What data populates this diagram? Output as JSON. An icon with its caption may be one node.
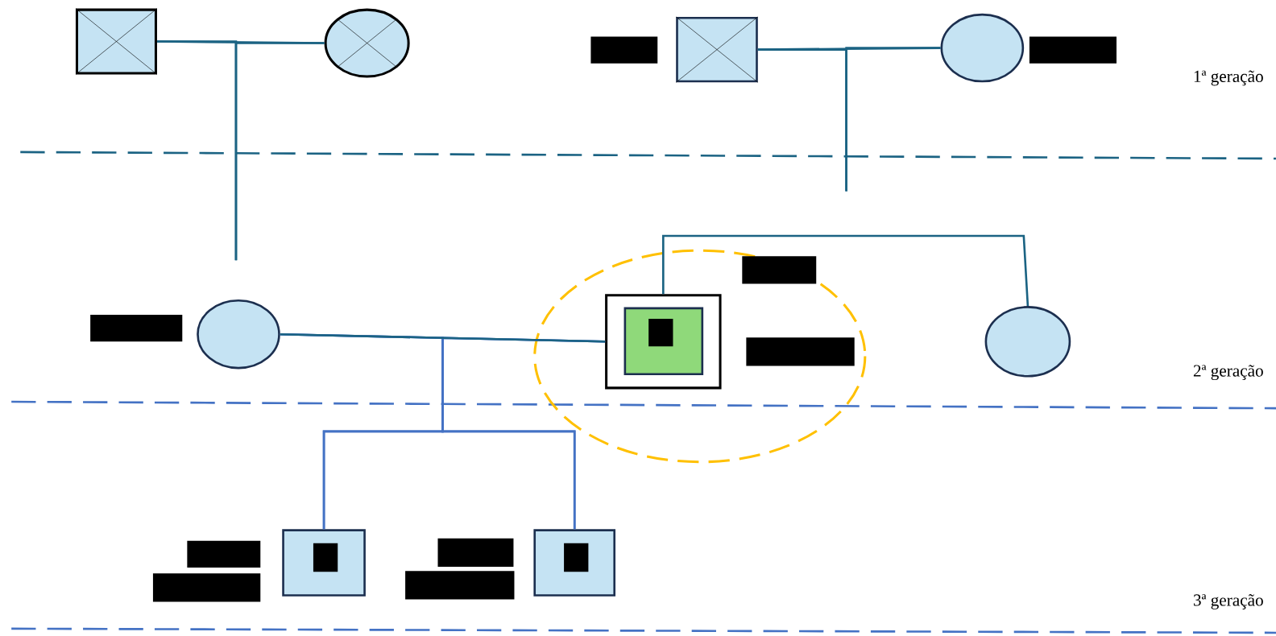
{
  "diagram": {
    "nodes": [
      {
        "text": [],
        "shape": "box"
      },
      {
        "text": [],
        "shape": "circle"
      },
      {
        "text": [],
        "shape": "box"
      },
      {
        "text": [],
        "shape": "circle"
      },
      {
        "text": [],
        "shape": "circle"
      },
      {
        "text": [],
        "shape": "box"
      },
      {
        "text": [],
        "shape": "circle"
      },
      {
        "text": [],
        "shape": "box"
      },
      {
        "text": [],
        "shape": "box"
      }
    ],
    "edges": [
      {
        "from": 0,
        "to": 1,
        "arrow": "none"
      },
      {
        "from": 2,
        "to": 3,
        "arrow": "none"
      },
      {
        "from": 4,
        "to": 5,
        "arrow": "none"
      },
      {
        "from": 5,
        "to": 6,
        "arrow": "none"
      },
      {
        "from": 0,
        "to": null,
        "arrow": "none"
      },
      {
        "from": 1,
        "to": null,
        "arrow": "none"
      },
      {
        "from": 2,
        "to": null,
        "arrow": "none"
      },
      {
        "from": 3,
        "to": null,
        "arrow": "none"
      },
      {
        "from": 4,
        "to": 7,
        "arrow": "none",
        "color": "#4472c4"
      },
      {
        "from": 5,
        "to": 7,
        "arrow": "none",
        "color": "#4472c4"
      },
      {
        "from": 4,
        "to": 8,
        "arrow": "none",
        "color": "#4472c4"
      },
      {
        "from": 5,
        "to": 8,
        "arrow": "none",
        "color": "#4472c4"
      }
    ],
    "labels": [
      "1ª geração",
      "2ª geração",
      "3ª geração"
    ]
  }
}
